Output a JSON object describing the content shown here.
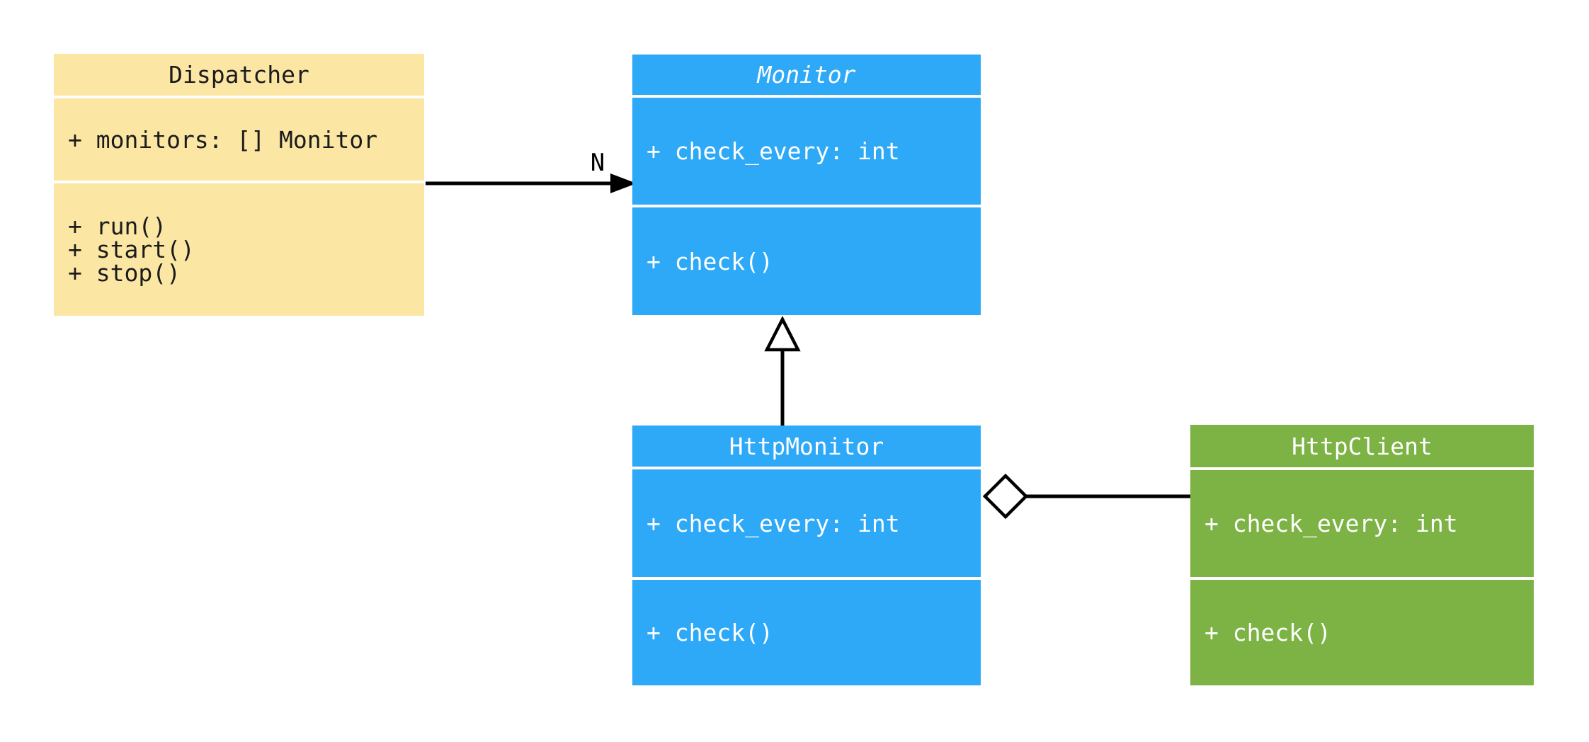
{
  "diagram": {
    "kind": "uml-class-diagram",
    "background_color": "#FFFFFF",
    "connector_color": "#000000",
    "classes": [
      {
        "name": "Dispatcher",
        "abstract": false,
        "fill_color": "#FBE6A4",
        "text_color": "#1B1B1B",
        "attributes": [
          "+ monitors: [] Monitor"
        ],
        "methods": [
          "+ run()",
          "+ start()",
          "+ stop()"
        ]
      },
      {
        "name": "Monitor",
        "abstract": true,
        "fill_color": "#2EA9F7",
        "text_color": "#FFFFFF",
        "attributes": [
          "+ check_every: int"
        ],
        "methods": [
          "+ check()"
        ]
      },
      {
        "name": "HttpMonitor",
        "abstract": false,
        "fill_color": "#2EA9F7",
        "text_color": "#FFFFFF",
        "attributes": [
          "+ check_every: int"
        ],
        "methods": [
          "+ check()"
        ]
      },
      {
        "name": "HttpClient",
        "abstract": false,
        "fill_color": "#7CB344",
        "text_color": "#FFFFFF",
        "attributes": [
          "+ check_every: int"
        ],
        "methods": [
          "+ check()"
        ]
      }
    ],
    "relations": [
      {
        "from": "Dispatcher",
        "to": "Monitor",
        "type": "directed-association",
        "label": "N"
      },
      {
        "from": "HttpMonitor",
        "to": "Monitor",
        "type": "inheritance",
        "label": ""
      },
      {
        "from": "HttpMonitor",
        "to": "HttpClient",
        "type": "aggregation",
        "label": ""
      }
    ]
  }
}
